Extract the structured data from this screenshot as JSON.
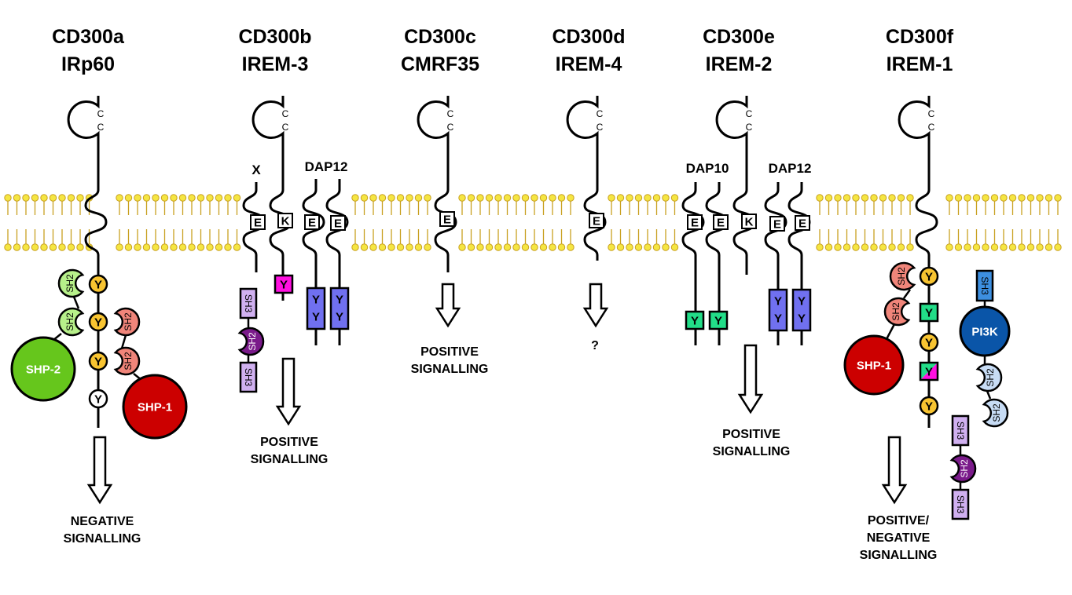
{
  "receptors": [
    {
      "name": "CD300a",
      "alias": "IRp60"
    },
    {
      "name": "CD300b",
      "alias": "IREM-3"
    },
    {
      "name": "CD300c",
      "alias": "CMRF35"
    },
    {
      "name": "CD300d",
      "alias": "IREM-4"
    },
    {
      "name": "CD300e",
      "alias": "IREM-2"
    },
    {
      "name": "CD300f",
      "alias": "IREM-1"
    }
  ],
  "adaptors": {
    "x": "X",
    "dap12": "DAP12",
    "dap10": "DAP10"
  },
  "residues": {
    "cys": "C",
    "tyr": "Y",
    "glu": "E",
    "lys": "K"
  },
  "domains": {
    "sh2": "SH2",
    "sh3": "SH3",
    "shp1": "SHP-1",
    "shp2": "SHP-2",
    "pi3k": "PI3K"
  },
  "signalling": {
    "cd300a": [
      "NEGATIVE",
      "SIGNALLING"
    ],
    "cd300b": [
      "POSITIVE",
      "SIGNALLING"
    ],
    "cd300c": [
      "POSITIVE",
      "SIGNALLING"
    ],
    "cd300d": "?",
    "cd300e": [
      "POSITIVE",
      "SIGNALLING"
    ],
    "cd300f": [
      "POSITIVE/",
      "NEGATIVE",
      "SIGNALLING"
    ]
  },
  "colors": {
    "lipid": "#f5e642",
    "lipid_tail": "#c8a020",
    "tyr_circle": "#f8c431",
    "sh2_green": "#b7f08a",
    "shp2": "#66c61c",
    "sh2_pink": "#f0857a",
    "shp1": "#cc0000",
    "sh3_lilac": "#d0b0f0",
    "sh2_purple": "#7a1a8a",
    "itam": "#7070f0",
    "magenta": "#ff10e0",
    "itam_green": "#22dd88",
    "pi3k": "#0a55a8",
    "sh3_blue": "#3d8fe0",
    "sh2_lightblue": "#c7dcf5"
  }
}
